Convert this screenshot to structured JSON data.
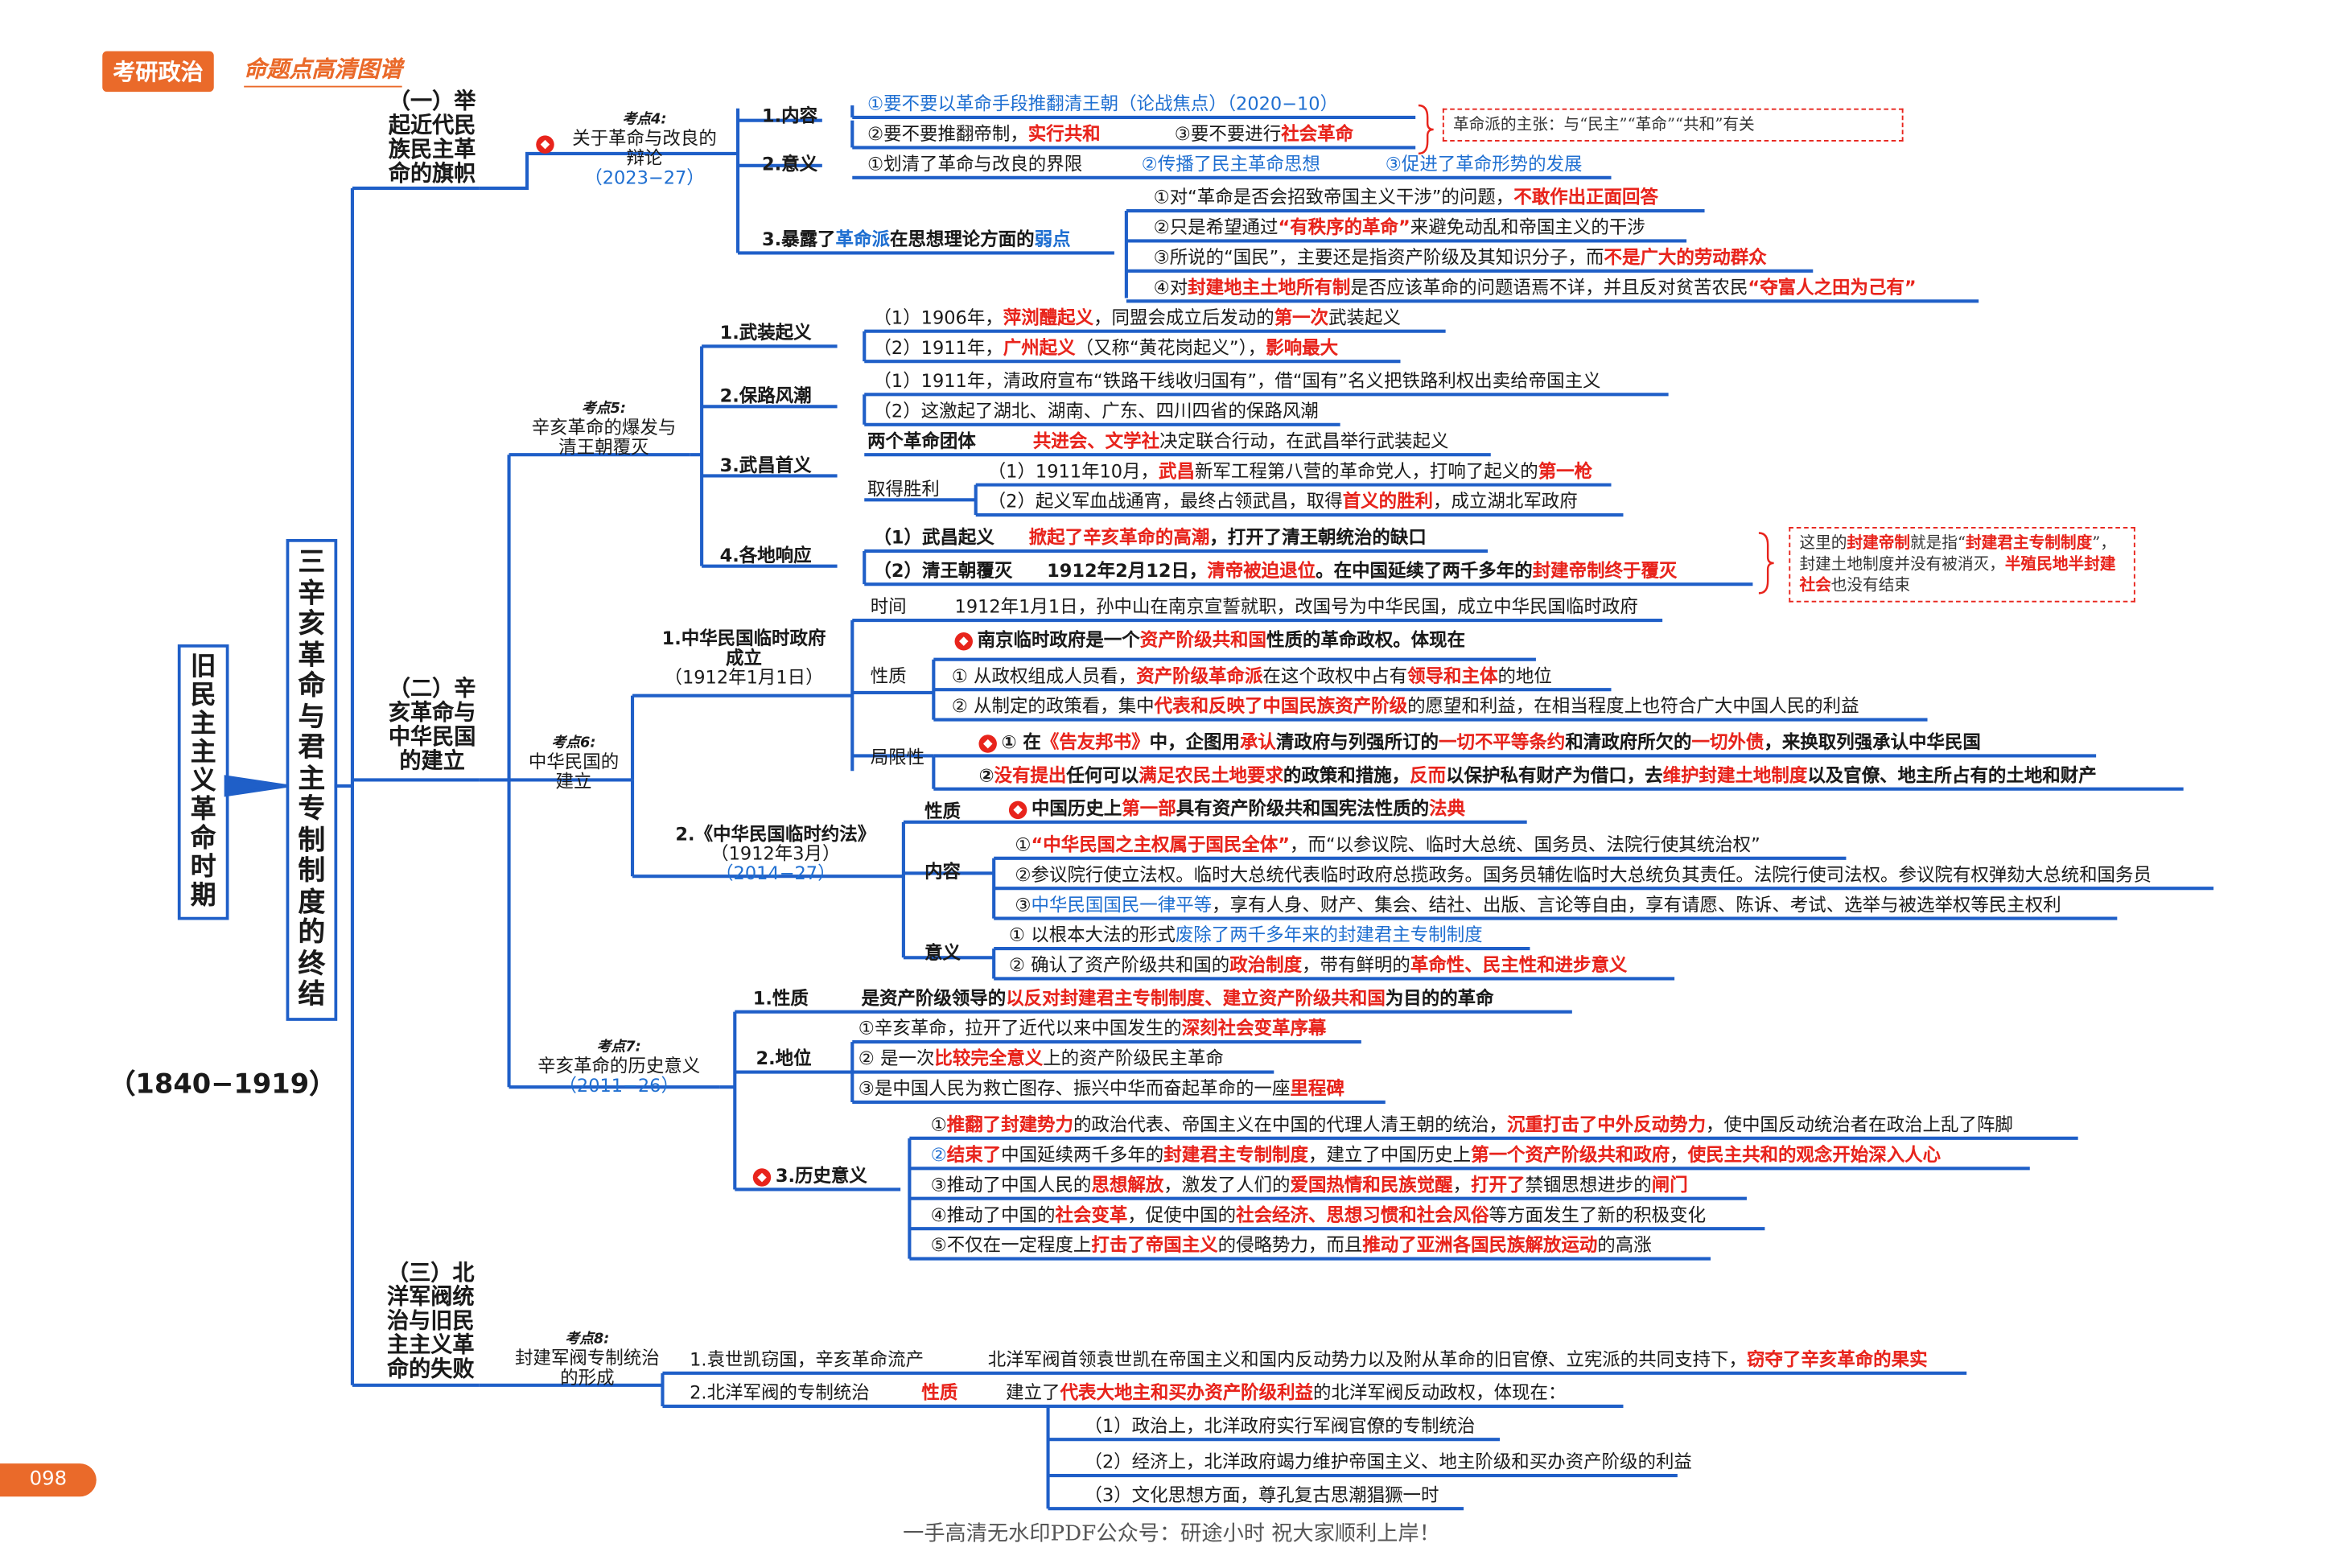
{
  "header": {
    "tag": "考研政治",
    "subtitle": "命题点高清图谱"
  },
  "page_number": "098",
  "footer": "一手高清无水印PDF公众号：研途小时  祝大家顺利上岸！",
  "root": {
    "title": "旧民主主义革命时期",
    "period": "（1840−1919）"
  },
  "chapter": {
    "title": "三 辛亥革命与君主专制制度的终结"
  },
  "section1": {
    "title": "（一）举起近代民族民主革命的旗帜",
    "k4": {
      "label": "考点4:",
      "title": "关于革命与改良的辩论",
      "year": "（2023−27）"
    },
    "content_label": "1.内容",
    "c1": "①要不要以革命手段推翻清王朝（论战焦点）（2020−10）",
    "c2a": "②要不要推翻帝制，",
    "c2b": "实行共和",
    "c3a": "③要不要进行",
    "c3b": "社会革命",
    "note1": "革命派的主张：与“民主”“革命”“共和”有关",
    "meaning_label": "2.意义",
    "m1": "①划清了革命与改良的界限",
    "m2": "②传播了民主革命思想",
    "m3": "③促进了革命形势的发展",
    "weak_a": "3.暴露了",
    "weak_b": "革命派",
    "weak_c": "在思想理论方面的",
    "weak_d": "弱点",
    "w1a": "①对“革命是否会招致帝国主义干涉”的问题，",
    "w1b": "不敢作出正面回答",
    "w2a": "②只是希望通过",
    "w2b": "“有秩序的革命”",
    "w2c": "来避免动乱和帝国主义的干涉",
    "w3a": "③所说的“国民”，主要还是指资产阶级及其知识分子，而",
    "w3b": "不是广大的劳动群众",
    "w4a": "④对",
    "w4b": "封建地主土地所有制",
    "w4c": "是否应该革命的问题语焉不详，并且反对贫苦农民",
    "w4d": "“夺富人之田为己有”"
  },
  "section2": {
    "title": "（二）辛亥革命与中华民国的建立",
    "k5": {
      "label": "考点5:",
      "title": "辛亥革命的爆发与清王朝覆灭"
    },
    "armed_label": "1.武装起义",
    "a1a": "（1）1906年，",
    "a1b": "萍浏醴起义",
    "a1c": "，同盟会成立后发动的",
    "a1d": "第一次",
    "a1e": "武装起义",
    "a2a": "（2）1911年，",
    "a2b": "广州起义",
    "a2c": "（又称“黄花岗起义”），",
    "a2d": "影响最大",
    "rail_label": "2.保路风潮",
    "r1": "（1）1911年，清政府宣布“铁路干线收归国有”，借“国有”名义把铁路利权出卖给帝国主义",
    "r2": "（2）这激起了湖北、湖南、广东、四川四省的保路风潮",
    "wc_label": "3.武昌首义",
    "wc_org_label": "两个革命团体",
    "wc_org_a": "共进会、文学社",
    "wc_org_b": "决定联合行动，在武昌举行武装起义",
    "wc_win_label": "取得胜利",
    "wc1a": "（1）1911年10月，",
    "wc1b": "武昌",
    "wc1c": "新军工程第八营的革命党人，打响了起义的",
    "wc1d": "第一枪",
    "wc2a": "（2）起义军血战通宵，最终占领武昌，取得",
    "wc2b": "首义的胜利",
    "wc2c": "，成立湖北军政府",
    "resp_label": "4.各地响应",
    "rs1a": "（1）武昌起义",
    "rs1b": "掀起了辛亥革命的高潮",
    "rs1c": "，打开了清王朝统治的缺口",
    "rs2a": "（2）清王朝覆灭",
    "rs2b": "1912年2月12日，",
    "rs2c": "清帝被迫退位",
    "rs2d": "。在中国延续了两千多年的",
    "rs2e": "封建帝制终于覆灭",
    "note2a": "这里的",
    "note2b": "封建帝制",
    "note2c": "就是指“",
    "note2d": "封建君主专制制度",
    "note2e": "”，封建土地制度并没有被消灭，",
    "note2f": "半殖民地半封建社会",
    "note2g": "也没有结束",
    "k6": {
      "label": "考点6:",
      "title": "中华民国的建立"
    },
    "gov_title": "1.中华民国临时政府成立",
    "gov_date": "（1912年1月1日）",
    "time_label": "时间",
    "time_text": "1912年1月1日，孙中山在南京宣誓就职，改国号为中华民国，成立中华民国临时政府",
    "nat_label": "性质",
    "n0a": "南京临时政府是一个",
    "n0b": "资产阶级共和国",
    "n0c": "性质的革命政权。体现在",
    "n1a": "① 从政权组成人员看，",
    "n1b": "资产阶级革命派",
    "n1c": "在这个政权中占有",
    "n1d": "领导和主体",
    "n1e": "的地位",
    "n2a": "② 从制定的政策看，集中",
    "n2b": "代表和反映了中国民族资产阶级",
    "n2c": "的愿望和利益，在相当程度上也符合广大中国人民的利益",
    "lim_label": "局限性",
    "l1a": "① 在",
    "l1b": "《告友邦书》",
    "l1c": "中，企图用",
    "l1d": "承认",
    "l1e": "清政府与列强所订的",
    "l1f": "一切不平等条约",
    "l1g": "和清政府所欠的",
    "l1h": "一切外债",
    "l1i": "，来换取列强承认中华民国",
    "l2a": "②",
    "l2b": "没有提出",
    "l2c": "任何可以",
    "l2d": "满足农民土地要求",
    "l2e": "的政策和措施，",
    "l2f": "反而",
    "l2g": "以保护私有财产为借口，去",
    "l2h": "维护封建土地制度",
    "l2i": "以及官僚、地主所占有的土地和财产",
    "law_title": "2.《中华民国临时约法》",
    "law_date": "（1912年3月）",
    "law_year": "（2014−27）",
    "law_nat_label": "性质",
    "ln_a": "中国历史上",
    "ln_b": "第一部",
    "ln_c": "具有资产阶级共和国宪法性质的",
    "ln_d": "法典",
    "law_content_label": "内容",
    "lc1a": "①",
    "lc1b": "“中华民国之主权属于国民全体”",
    "lc1c": "，而“以参议院、临时大总统、国务员、法院行使其统治权”",
    "lc2": "②参议院行使立法权。临时大总统代表临时政府总揽政务。国务员辅佐临时大总统负其责任。法院行使司法权。参议院有权弹劾大总统和国务员",
    "lc3a": "③",
    "lc3b": "中华民国国民一律平等",
    "lc3c": "，享有人身、财产、集会、结社、出版、言论等自由，享有请愿、陈诉、考试、选举与被选举权等民主权利",
    "law_mean_label": "意义",
    "lm1a": "① 以根本大法的形式",
    "lm1b": "废除了两千多年来的封建君主专制制度",
    "lm2a": "② 确认了资产阶级共和国的",
    "lm2b": "政治制度",
    "lm2c": "，带有鲜明的",
    "lm2d": "革命性、民主性和进步意义",
    "k7": {
      "label": "考点7:",
      "title": "辛亥革命的历史意义",
      "year": "（2011−26）"
    },
    "sn_label": "1.性质",
    "sn_a": "是资产阶级领导的",
    "sn_b": "以反对封建君主专制制度、建立资产阶级共和国",
    "sn_c": "为目的的革命",
    "pos_label": "2.地位",
    "p1a": "①辛亥革命，拉开了近代以来中国发生的",
    "p1b": "深刻社会变革序幕",
    "p2a": "② 是一次",
    "p2b": "比较完全意义",
    "p2c": "上的资产阶级民主革命",
    "p3a": "③是中国人民为救亡图存、振兴中华而奋起革命的一座",
    "p3b": "里程碑",
    "hist_label": "3.历史意义",
    "h1a": "①",
    "h1b": "推翻了封建势力",
    "h1c": "的政治代表、帝国主义在中国的代理人清王朝的统治，",
    "h1d": "沉重打击了中外反动势力",
    "h1e": "，使中国反动统治者在政治上乱了阵脚",
    "h2a": "②",
    "h2b": "结束了",
    "h2c": "中国延续两千多年的",
    "h2d": "封建君主专制制度",
    "h2e": "，建立了中国历史上",
    "h2f": "第一个资产阶级共和政府",
    "h2g": "，",
    "h2h": "使民主共和的观念开始深入人心",
    "h3a": "③推动了中国人民的",
    "h3b": "思想解放",
    "h3c": "，激发了人们的",
    "h3d": "爱国热情和民族觉醒",
    "h3e": "，",
    "h3f": "打开了",
    "h3g": "禁锢思想进步的",
    "h3h": "闸门",
    "h4a": "④推动了中国的",
    "h4b": "社会变革",
    "h4c": "，促使中国的",
    "h4d": "社会经济、思想习惯和社会风俗",
    "h4e": "等方面发生了新的积极变化",
    "h5a": "⑤不仅在一定程度上",
    "h5b": "打击了帝国主义",
    "h5c": "的侵略势力，而且",
    "h5d": "推动了亚洲各国民族解放运动",
    "h5e": "的高涨"
  },
  "section3": {
    "title": "（三）北洋军阀统治与旧民主主义革命的失败",
    "k8": {
      "label": "考点8:",
      "title": "封建军阀专制统治的形成"
    },
    "y1_label": "1.袁世凯窃国，辛亥革命流产",
    "y1a": "北洋军阀首领袁世凯在帝国主义和国内反动势力以及附从革命的旧官僚、立宪派的共同支持下，",
    "y1b": "窃夺了辛亥革命的果实",
    "y2_label": "2.北洋军阀的专制统治",
    "y2_nat": "性质",
    "y2a": "建立了",
    "y2b": "代表大地主和买办资产阶级利益",
    "y2c": "的北洋军阀反动政权，体现在：",
    "y2_1": "（1）政治上，北洋政府实行军阀官僚的专制统治",
    "y2_2": "（2）经济上，北洋政府竭力维护帝国主义、地主阶级和买办资产阶级的利益",
    "y2_3": "（3）文化思想方面，尊孔复古思潮猖獗一时"
  },
  "colors": {
    "line": "#1f5fc8",
    "accent": "#e8241c",
    "link": "#1f6fd1",
    "brand": "#ea6a2a"
  }
}
